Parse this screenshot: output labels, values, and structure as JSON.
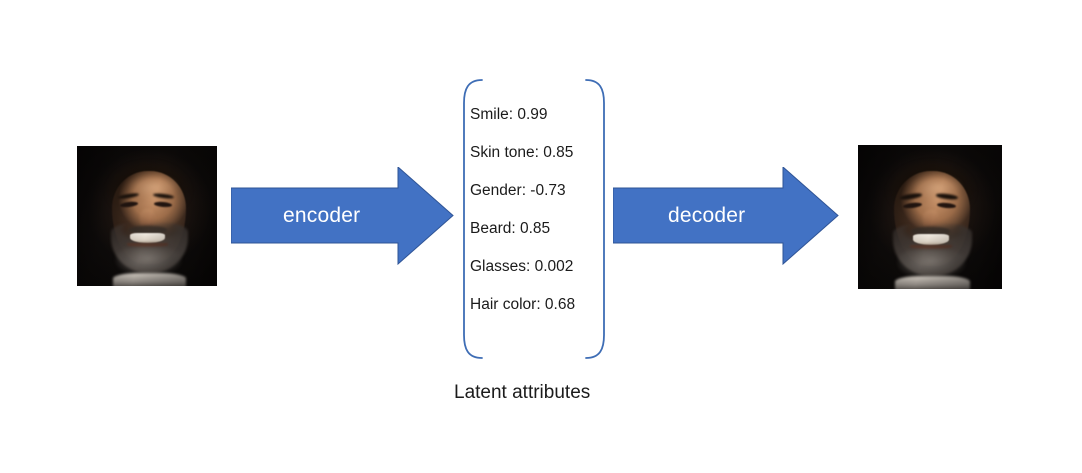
{
  "diagram": {
    "title": "Autoencoder latent attributes diagram",
    "background_color": "#ffffff",
    "accent_color": "#4272C4",
    "bracket_color": "#3E6DB5",
    "text_color": "#1b1b1b"
  },
  "input_image": {
    "alt": "Photograph of a smiling bearded man on a dark background",
    "label": "input-face-photo"
  },
  "output_image": {
    "alt": "Reconstructed photograph of the same smiling bearded man on a dark background",
    "label": "output-face-photo"
  },
  "arrows": {
    "encoder": {
      "label": "encoder",
      "direction": "right",
      "color": "#4272C4"
    },
    "decoder": {
      "label": "decoder",
      "direction": "right",
      "color": "#4272C4"
    }
  },
  "latent": {
    "caption": "Latent attributes",
    "attributes": [
      {
        "name": "Smile",
        "value": "0.99",
        "text": "Smile: 0.99"
      },
      {
        "name": "Skin tone",
        "value": "0.85",
        "text": "Skin tone: 0.85"
      },
      {
        "name": "Gender",
        "value": "-0.73",
        "text": "Gender: -0.73"
      },
      {
        "name": "Beard",
        "value": "0.85",
        "text": "Beard: 0.85"
      },
      {
        "name": "Glasses",
        "value": "0.002",
        "text": "Glasses: 0.002"
      },
      {
        "name": "Hair color",
        "value": "0.68",
        "text": "Hair color: 0.68"
      }
    ]
  }
}
